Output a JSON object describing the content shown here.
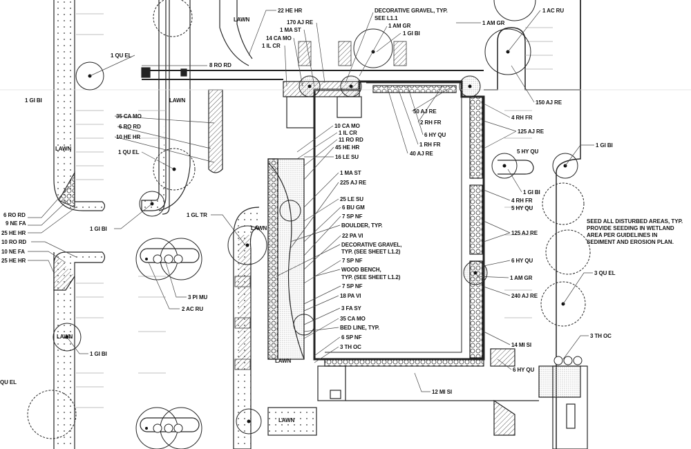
{
  "plan": {
    "labels": [
      "22 HE HR",
      "170 AJ RE",
      "1 MA ST",
      "14 CA MO",
      "1 IL CR",
      "DECORATIVE GRAVEL, TYP.",
      "SEE L1.1",
      "1 AM GR",
      "1 GI BI",
      "8 RO RD",
      "1 QU EL",
      "1 AC RU",
      "1 AM GR",
      "50 AJ RE",
      "2 RH FR",
      "6 HY QU",
      "1 RH FR",
      "40 AJ RE",
      "10 CA MO",
      "1 IL CR",
      "11 RO RD",
      "45 HE HR",
      "16 LE SU",
      "150 AJ RE",
      "4 RH FR",
      "125 AJ RE",
      "5 HY QU",
      "1 GI BI",
      "35 CA MO",
      "6 RO RD",
      "10 HE HR",
      "1 QU EL",
      "LAWN",
      "LAWN",
      "1 MA ST",
      "225 AJ RE",
      "25 LE SU",
      "6 BU GM",
      "7 SP NF",
      "BOULDER, TYP.",
      "22 PA VI",
      "DECORATIVE GRAVEL,",
      "TYP. (SEE SHEET L1.2)",
      "7 SP NF",
      "WOOD BENCH,",
      "TYP. (SEE SHEET L1.2)",
      "7 SP NF",
      "18 PA VI",
      "3 FA SY",
      "35 CA MO",
      "BED LINE, TYP.",
      "6 SP NF",
      "3 TH OC",
      "12 MI SI",
      "1 GI BI",
      "4 RH FR",
      "5 HY QU",
      "125 AJ RE",
      "6 HY QU",
      "1 AM GR",
      "240 AJ RE",
      "14 MI SI",
      "6 HY QU",
      "3 QU EL",
      "3 TH OC",
      "1 GI BI",
      "6 RO RD",
      "9 NE FA",
      "25 HE HR",
      "10 RO RD",
      "10 NE FA",
      "25 HE HR",
      "1 GI BI",
      "1 GL TR",
      "LAWN",
      "3 PI MU",
      "2 AC RU",
      "LAWN",
      "1 GI BI",
      "QU EL",
      "LAWN",
      "LAWN",
      "LAWN"
    ],
    "seed_note": [
      "SEED ALL DISTURBED AREAS, TYP.",
      "PROVIDE SEEDING IN WETLAND",
      "AREA PER GUIDELINES IN",
      "SEDIMENT AND EROSION PLAN."
    ]
  }
}
